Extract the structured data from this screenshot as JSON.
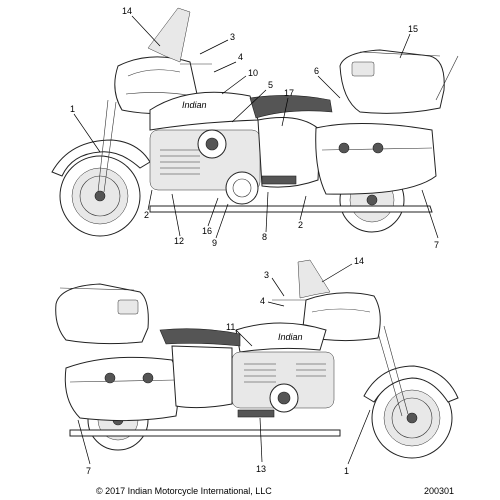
{
  "upper_bike": {
    "callouts": [
      "14",
      "3",
      "15",
      "4",
      "10",
      "6",
      "1",
      "5",
      "17",
      "2",
      "12",
      "16",
      "9",
      "8",
      "2",
      "7"
    ]
  },
  "lower_bike": {
    "callouts": [
      "3",
      "14",
      "4",
      "11",
      "7",
      "13",
      "1"
    ]
  },
  "footer": {
    "copyright": "© 2017 Indian Motorcycle International, LLC",
    "figure_id": "200301"
  }
}
